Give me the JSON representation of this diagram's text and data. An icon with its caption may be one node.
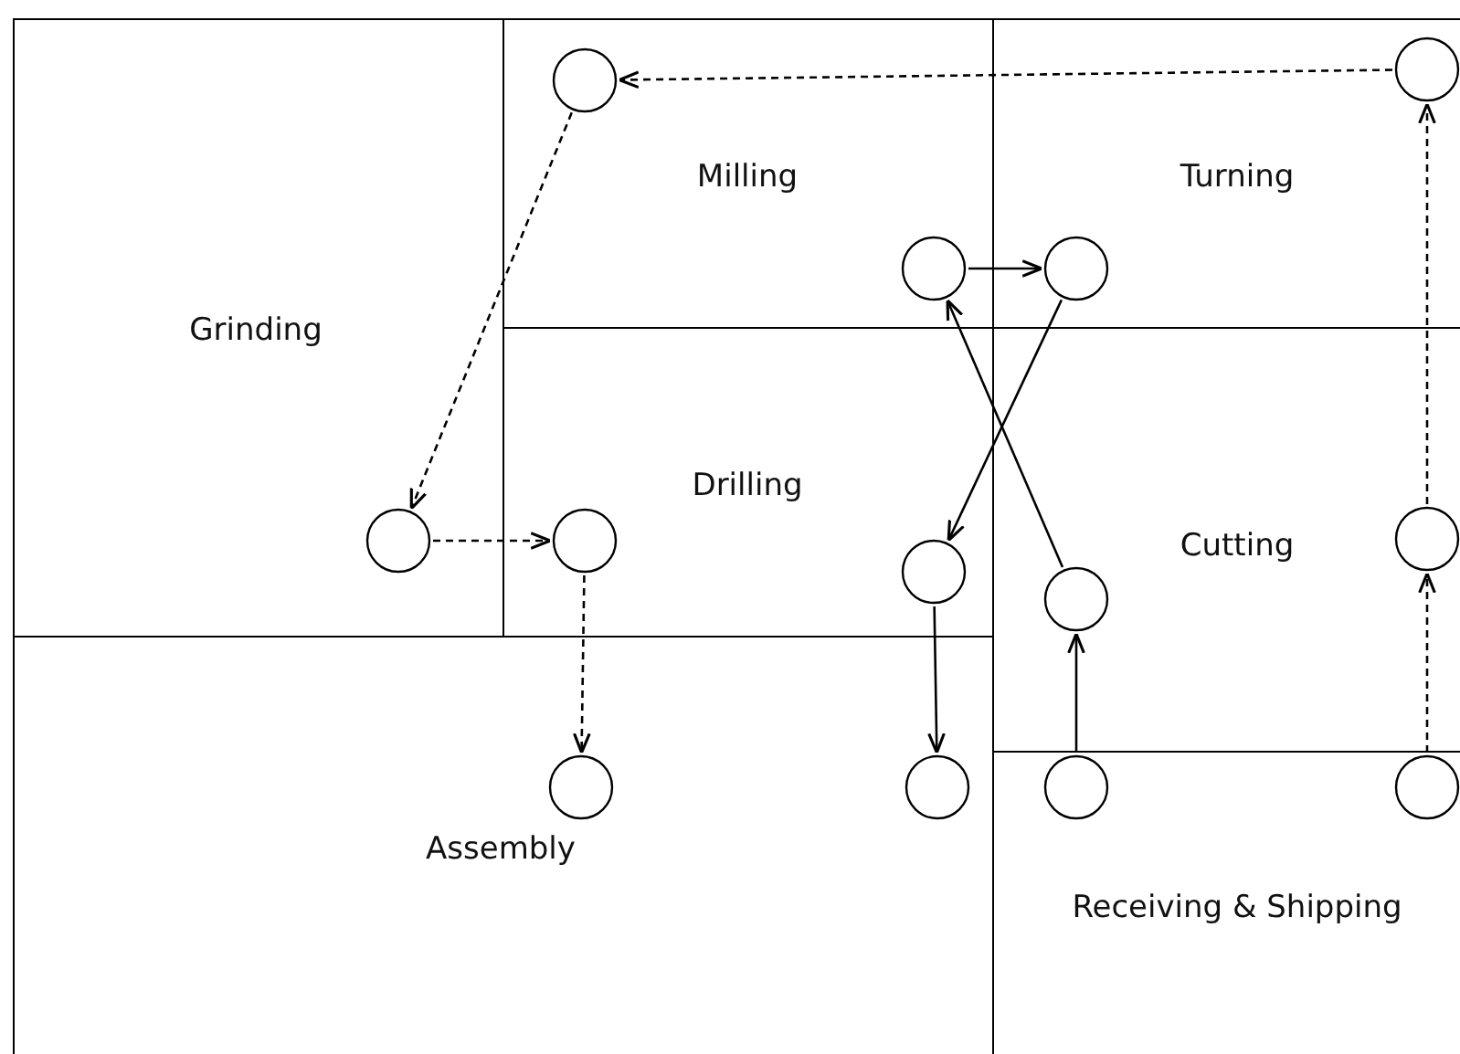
{
  "diagram": {
    "nodes": [
      {
        "text": [
          "Grinding"
        ]
      },
      {
        "text": [
          "Milling"
        ]
      },
      {
        "text": [
          "Turning"
        ]
      },
      {
        "text": [
          "Drilling"
        ]
      },
      {
        "text": [
          "Cutting"
        ]
      },
      {
        "text": [
          "Assembly"
        ]
      },
      {
        "text": [
          "Receiving & Shipping"
        ]
      },
      {
        "text": [],
        "shape": "circle",
        "in": 1
      },
      {
        "text": [],
        "shape": "circle",
        "in": 2
      },
      {
        "text": [],
        "shape": "circle",
        "in": 1
      },
      {
        "text": [],
        "shape": "circle",
        "in": 2
      },
      {
        "text": [],
        "shape": "circle",
        "in": 0
      },
      {
        "text": [],
        "shape": "circle",
        "in": 3
      },
      {
        "text": [],
        "shape": "circle",
        "in": 3
      },
      {
        "text": [],
        "shape": "circle",
        "in": 4
      },
      {
        "text": [],
        "shape": "circle",
        "in": 4
      },
      {
        "text": [],
        "shape": "circle",
        "in": 5
      },
      {
        "text": [],
        "shape": "circle",
        "in": 5
      },
      {
        "text": [],
        "shape": "circle",
        "in": 6
      },
      {
        "text": [],
        "shape": "circle",
        "in": 6
      }
    ],
    "edges": [
      {
        "from": 8,
        "to": 7,
        "arrow": "to",
        "style": "dashed"
      },
      {
        "from": 7,
        "to": 11,
        "arrow": "to",
        "style": "dashed"
      },
      {
        "from": 11,
        "to": 12,
        "arrow": "to",
        "style": "dashed"
      },
      {
        "from": 12,
        "to": 16,
        "arrow": "to",
        "style": "dashed"
      },
      {
        "from": 9,
        "to": 10,
        "arrow": "to"
      },
      {
        "from": 10,
        "to": 13,
        "arrow": "to"
      },
      {
        "from": 14,
        "to": 9,
        "arrow": "to"
      },
      {
        "from": 13,
        "to": 17,
        "arrow": "to"
      },
      {
        "from": 18,
        "to": 14,
        "arrow": "to"
      },
      {
        "from": 19,
        "to": 15,
        "arrow": "to",
        "style": "dashed"
      },
      {
        "from": 15,
        "to": 8,
        "arrow": "to",
        "style": "dashed"
      }
    ]
  }
}
